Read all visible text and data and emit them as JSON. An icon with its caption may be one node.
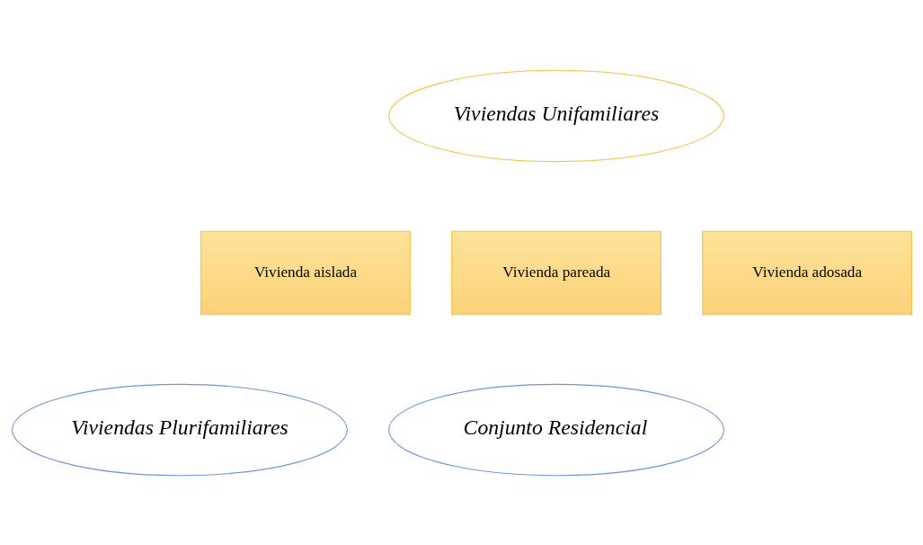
{
  "diagram": {
    "nodes": [
      {
        "text": [
          "Viviendas Unifamiliares"
        ]
      },
      {
        "text": [
          "Vivienda aislada"
        ]
      },
      {
        "text": [
          "Vivienda pareada"
        ]
      },
      {
        "text": [
          "Vivienda adosada"
        ]
      },
      {
        "text": [
          "Viviendas Plurifamiliares"
        ]
      },
      {
        "text": [
          "Conjunto Residencial"
        ]
      }
    ]
  }
}
